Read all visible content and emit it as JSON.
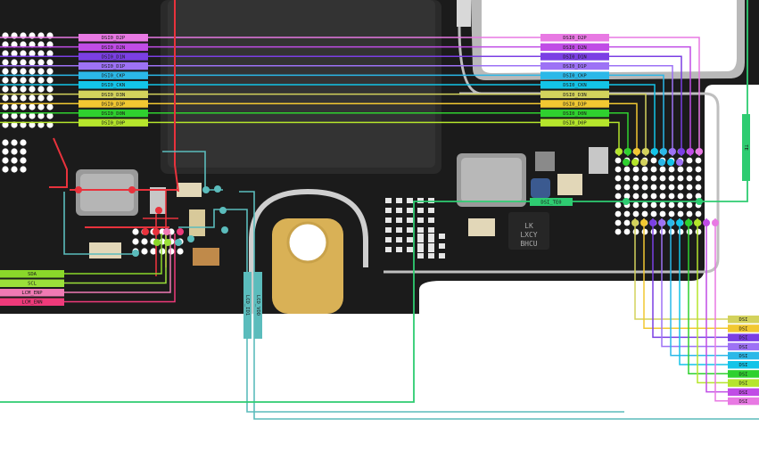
{
  "colors": {
    "board": "#1b1b1b",
    "board_edge": "#d6d6d6",
    "chip": "#2b2b2b",
    "pad": "#ffffff",
    "copper": "#c8923c",
    "gold_pad": "#d9b156",
    "trace_red": "#e8323c",
    "trace_teal": "#5bbcbc",
    "trace_green": "#2ecc71",
    "trace_lime": "#b8e34a"
  },
  "left_group": [
    {
      "label": "DSI0_D2P",
      "color": "#e879e3"
    },
    {
      "label": "DSI0_D2N",
      "color": "#c04ce6"
    },
    {
      "label": "DSI0_D1N",
      "color": "#7b3fe4"
    },
    {
      "label": "DSI0_D1P",
      "color": "#9d72f5"
    },
    {
      "label": "DSI0_CKP",
      "color": "#2bb8e8"
    },
    {
      "label": "DSI0_CKN",
      "color": "#13c4e8"
    },
    {
      "label": "DSI0_D3N",
      "color": "#d3d25c"
    },
    {
      "label": "DSI0_D3P",
      "color": "#f2c832"
    },
    {
      "label": "DSI0_D0N",
      "color": "#2fd12f"
    },
    {
      "label": "DSI0_D0P",
      "color": "#b5e52c"
    }
  ],
  "right_group": [
    {
      "label": "DSI0_D2P",
      "color": "#e879e3"
    },
    {
      "label": "DSI0_D2N",
      "color": "#c04ce6"
    },
    {
      "label": "DSI0_D1N",
      "color": "#7b3fe4"
    },
    {
      "label": "DSI0_D1P",
      "color": "#9d72f5"
    },
    {
      "label": "DSI0_CKP",
      "color": "#2bb8e8"
    },
    {
      "label": "DSI0_CKN",
      "color": "#13c4e8"
    },
    {
      "label": "DSI0_D3N",
      "color": "#d3d25c"
    },
    {
      "label": "DSI0_D3P",
      "color": "#f2c832"
    },
    {
      "label": "DSI0_D0N",
      "color": "#2fd12f"
    },
    {
      "label": "DSI0_D0P",
      "color": "#b5e52c"
    }
  ],
  "control_labels": [
    {
      "label": "SDA",
      "color": "#8ad82a"
    },
    {
      "label": "SCL",
      "color": "#9be03a"
    },
    {
      "label": "LCM_ENP",
      "color": "#f07ab4"
    },
    {
      "label": "LCM_ENN",
      "color": "#ee3a7a"
    }
  ],
  "te_label": {
    "label": "DSI_TE0",
    "color": "#2ecc71"
  },
  "vertical_labels": [
    {
      "label": "LCD_ID1",
      "color": "#5bbcbc"
    },
    {
      "label": "LCD_VDD",
      "color": "#5bbcbc"
    },
    {
      "label": "TE",
      "color": "#2ecc71"
    }
  ],
  "edge_labels": [
    {
      "label": "DSI",
      "color": "#d3d25c"
    },
    {
      "label": "DSI",
      "color": "#f2c832"
    },
    {
      "label": "DSI",
      "color": "#7b3fe4"
    },
    {
      "label": "DSI",
      "color": "#9d72f5"
    },
    {
      "label": "DSI",
      "color": "#2bb8e8"
    },
    {
      "label": "DSI",
      "color": "#13c4e8"
    },
    {
      "label": "DSI",
      "color": "#2fd12f"
    },
    {
      "label": "DSI",
      "color": "#b5e52c"
    },
    {
      "label": "DSI",
      "color": "#c04ce6"
    },
    {
      "label": "DSI",
      "color": "#e879e3"
    }
  ],
  "chip_marking": {
    "lines": [
      "LK",
      "LXCY",
      "BHCU"
    ]
  }
}
